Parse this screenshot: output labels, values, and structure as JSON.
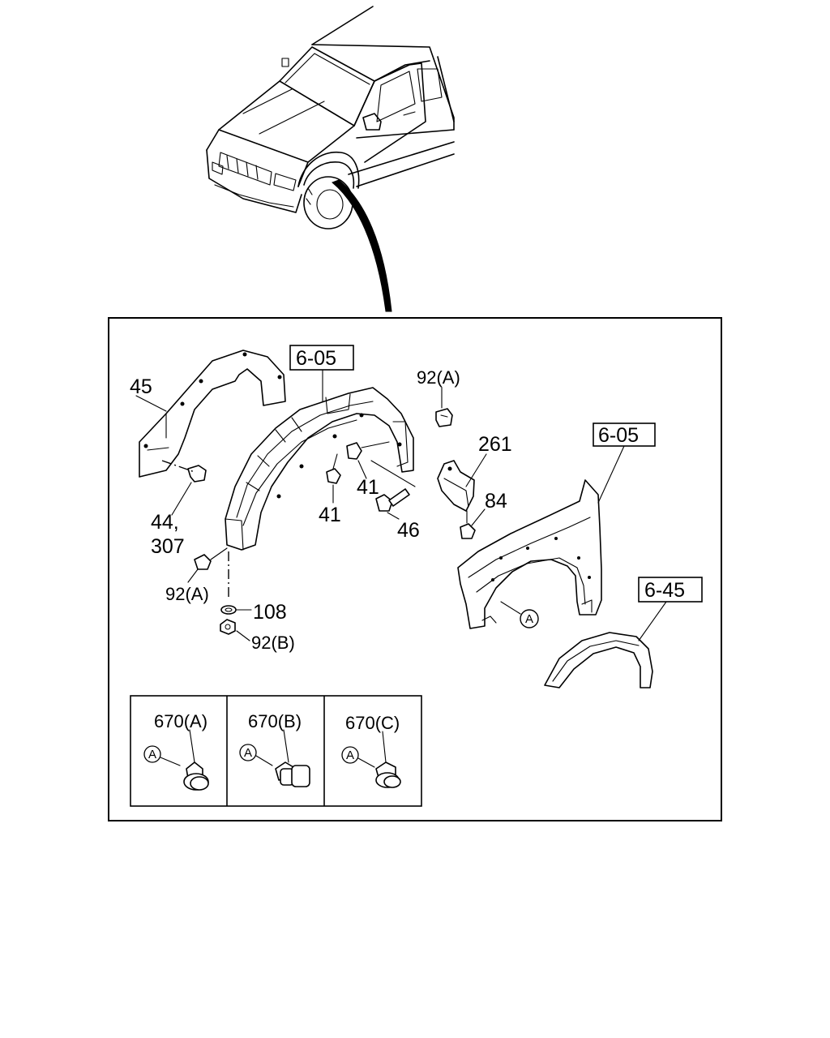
{
  "callouts": {
    "ref_605_a": "6-05",
    "ref_605_b": "6-05",
    "ref_645": "6-45",
    "p45": "45",
    "p44_line1": "44,",
    "p44_line2": "307",
    "p92a_top": "92(A)",
    "p92a_bottom": "92(A)",
    "p92b": "92(B)",
    "p108": "108",
    "p41_a": "41",
    "p41_b": "41",
    "p46": "46",
    "p261": "261",
    "p84": "84",
    "marker_a": "A"
  },
  "clips": [
    {
      "label": "670(A)",
      "marker": "A"
    },
    {
      "label": "670(B)",
      "marker": "A"
    },
    {
      "label": "670(C)",
      "marker": "A"
    }
  ]
}
